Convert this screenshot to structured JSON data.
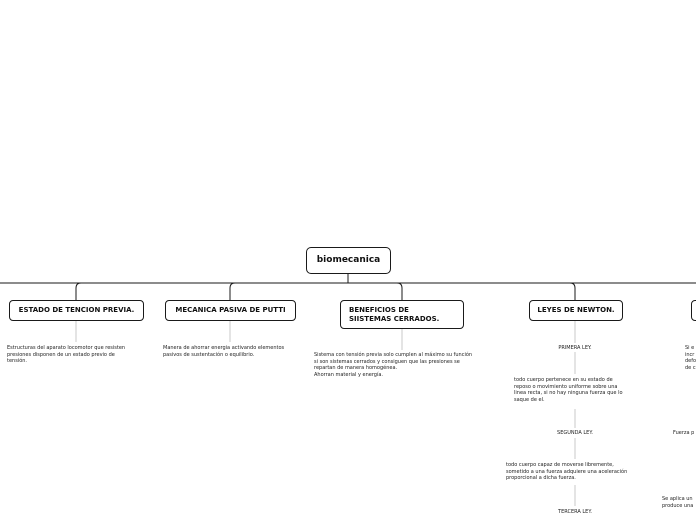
{
  "root": {
    "label": "biomecanica"
  },
  "categories": [
    {
      "label": "ESTADO DE TENCION PREVIA.",
      "description": "Estructuras del aparato locomotor que resisten\npresiones disponen de un estado previo de\ntensión."
    },
    {
      "label": "MECANICA PASIVA DE PUTTI",
      "description": "Manera de ahorrar energia activando elementos\npasivos de sustentación o equilibrio."
    },
    {
      "label": "BENEFICIOS DE\nSIISTEMAS CERRADOS.",
      "description": "Sistema con tensión previa solo cumplen al máximo su función\nsi son sistemas cerrados y consiguen que las presiones se\nrepartan de manera homogénea.\nAhorran material y energía."
    },
    {
      "label": "LEYES DE NEWTON.",
      "laws": [
        {
          "title": "PRIMERA LEY.",
          "text": "todo cuerpo pertenece en su estado de\nreposo o movimiento uniforme sobre una\nlinea recta, si no hay ninguna fuerza que lo\nsaque de el."
        },
        {
          "title": "SEGUNDA LEY.",
          "text": "todo cuerpo capaz de moverse libremente,\nsometido a una fuerza adquiere una aceleración\nproporcional a dicha fuerza."
        },
        {
          "title": "TERCERA LEY.",
          "text": ""
        }
      ]
    }
  ],
  "partial_texts": [
    "Si e\nincr\ndefo\nde c",
    "Fuerza p",
    "Se aplica un\nproduce una"
  ]
}
